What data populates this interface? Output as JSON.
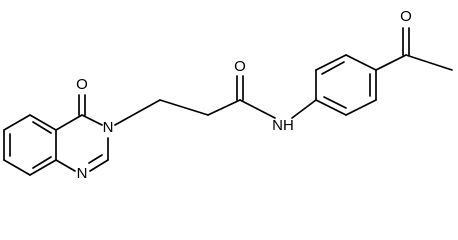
{
  "colors": {
    "background": "#ffffff",
    "bond": "#000000",
    "label": "#000000"
  },
  "atoms": {
    "oxygen_ring": "O",
    "nitrogen_ring_n3": "N",
    "nitrogen_ring_n1": "N",
    "oxygen_amide": "O",
    "amide_nitrogen": "NH",
    "oxygen_acetyl": "O"
  }
}
